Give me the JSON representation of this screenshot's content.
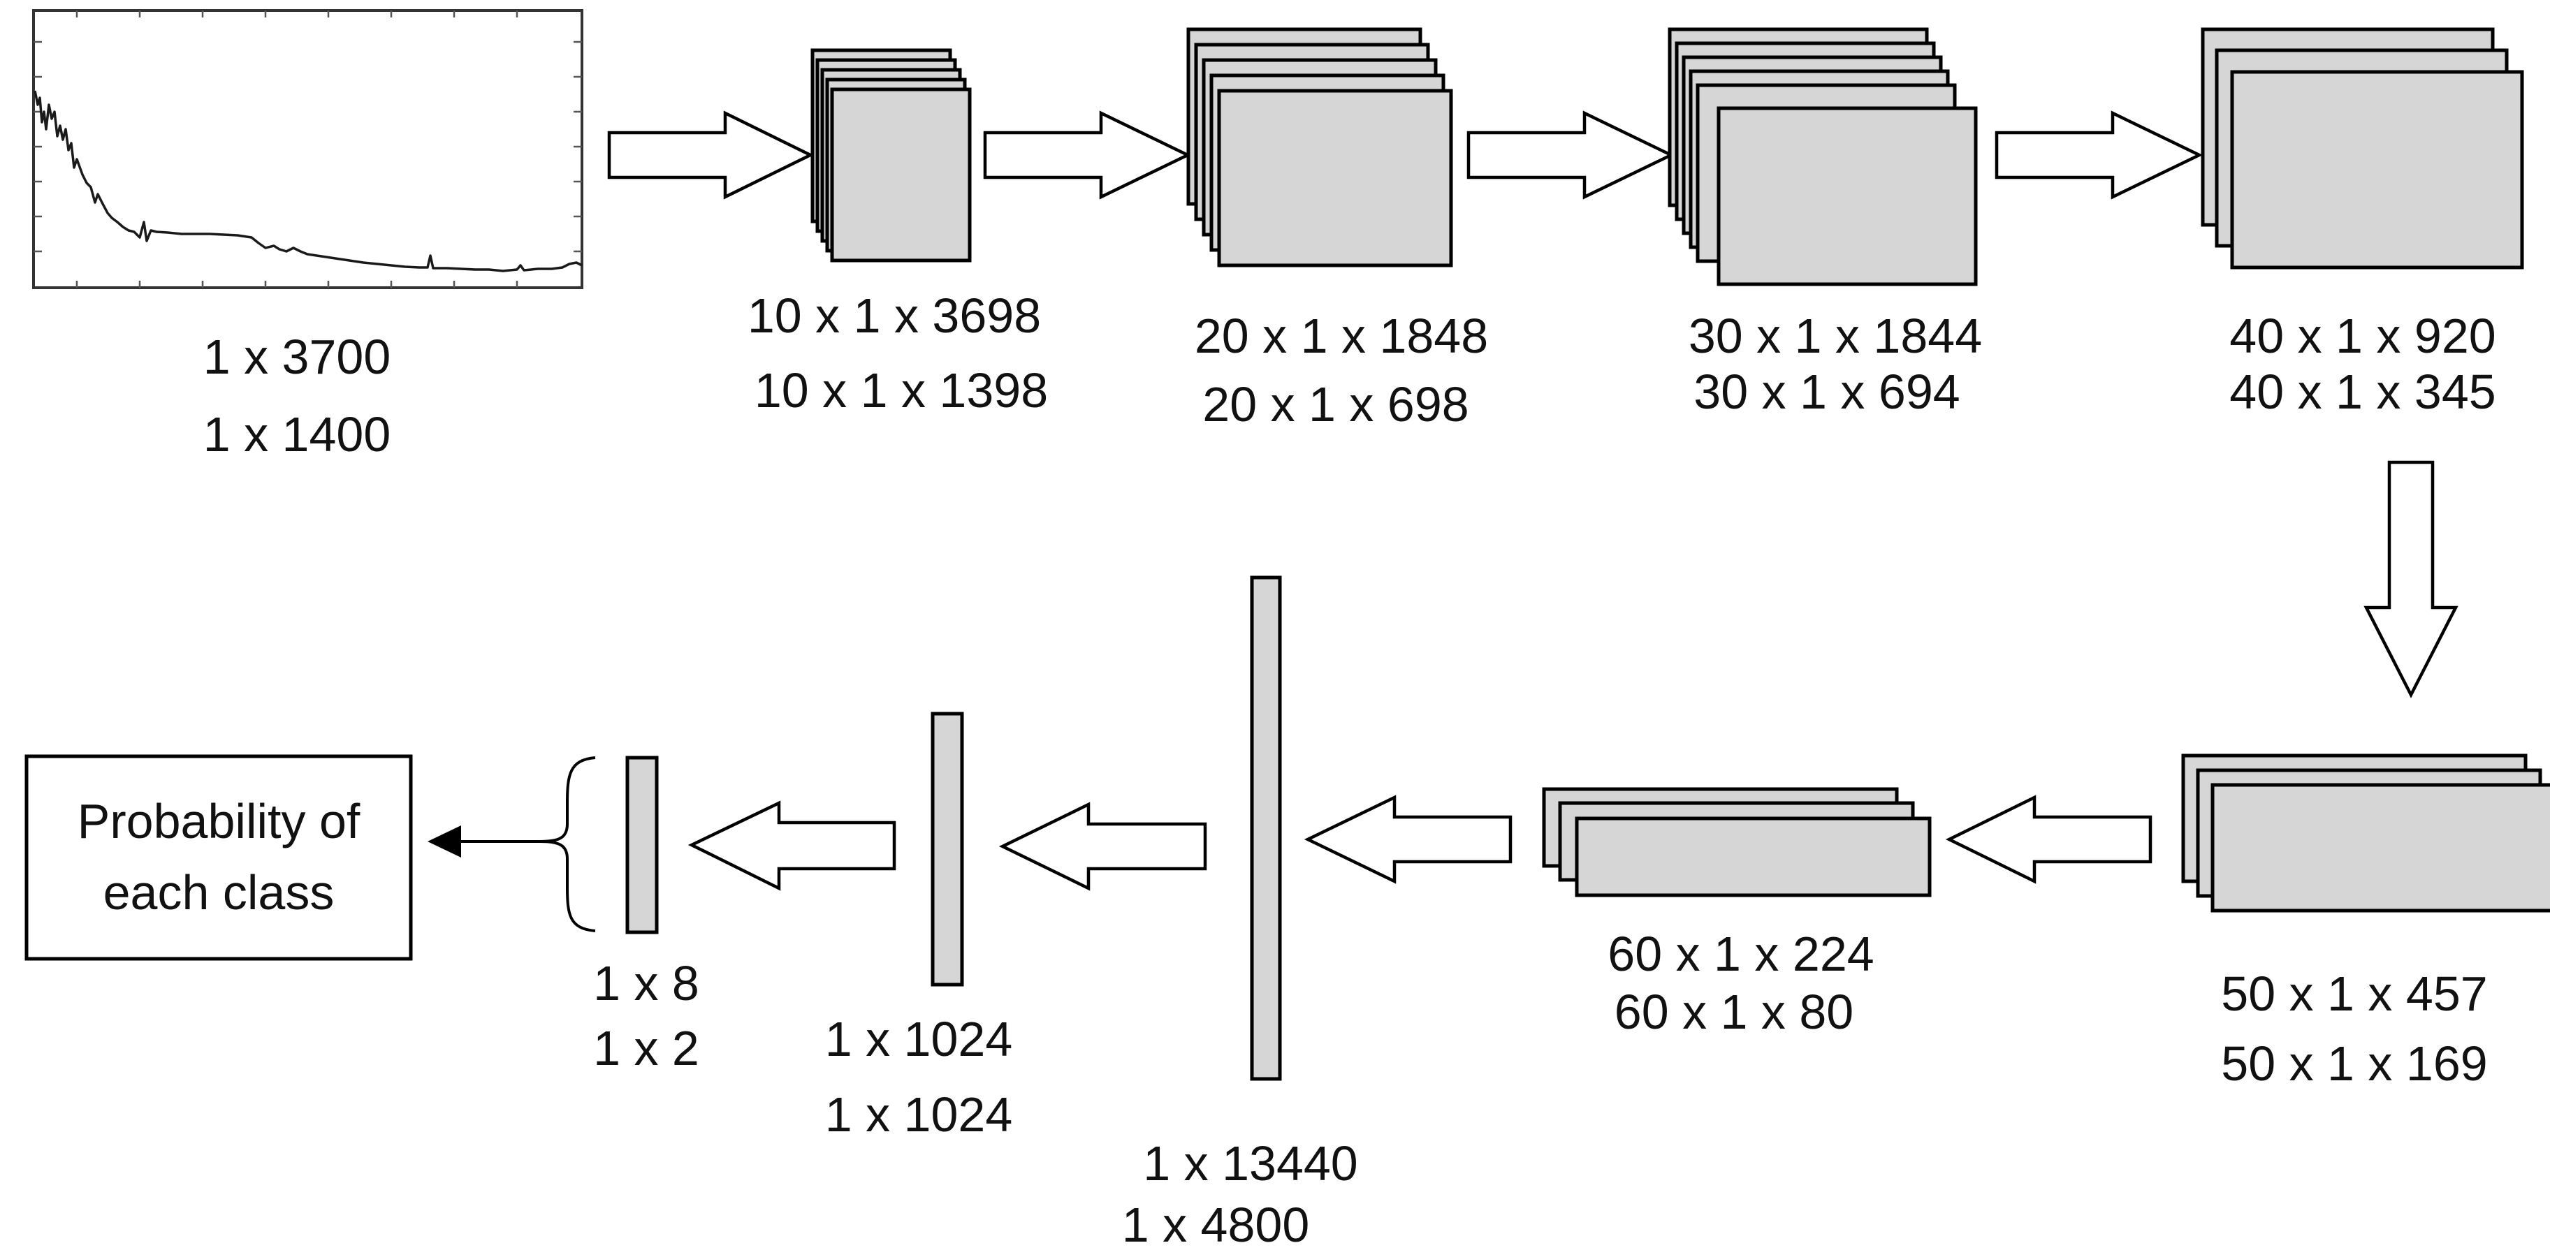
{
  "input_spectrum": {
    "dims": [
      "1 x 3700",
      "1 x 1400"
    ]
  },
  "layers": [
    {
      "id": "conv1",
      "dims": [
        "10 x 1 x 3698",
        "10 x 1 x 1398"
      ]
    },
    {
      "id": "conv2",
      "dims": [
        "20 x 1 x 1848",
        "20 x 1 x 698"
      ]
    },
    {
      "id": "conv3",
      "dims": [
        "30 x 1 x 1844",
        "30 x 1 x 694"
      ]
    },
    {
      "id": "conv4",
      "dims": [
        "40 x 1 x 920",
        "40 x 1 x 345"
      ]
    },
    {
      "id": "conv5",
      "dims": [
        "50 x 1 x 457",
        "50 x 1 x 169"
      ]
    },
    {
      "id": "conv6",
      "dims": [
        "60 x 1 x 224",
        "60 x 1 x 80"
      ]
    },
    {
      "id": "flatten",
      "dims": [
        "1 x 13440",
        "1 x 4800"
      ]
    },
    {
      "id": "fc1",
      "dims": [
        "1 x 1024",
        "1 x 1024"
      ]
    },
    {
      "id": "fc2",
      "dims": [
        "1 x 8",
        "1 x 2"
      ]
    }
  ],
  "output": {
    "line1": "Probability of",
    "line2": "each class"
  },
  "colors": {
    "feature_map_fill": "#d6d6d6",
    "stroke": "#000000",
    "arrow_fill": "#ffffff"
  }
}
